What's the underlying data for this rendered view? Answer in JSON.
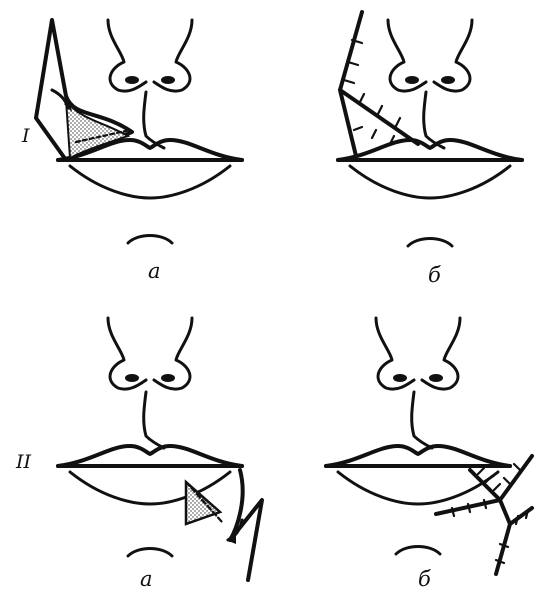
{
  "rows": [
    {
      "id": "I",
      "label": "I",
      "panels": [
        {
          "label": "а"
        },
        {
          "label": "б"
        }
      ]
    },
    {
      "id": "II",
      "label": "II",
      "panels": [
        {
          "label": "а"
        },
        {
          "label": "б"
        }
      ]
    }
  ],
  "colors": {
    "ink": "#111111",
    "background": "#ffffff",
    "graft_fill": "dotted-grey"
  }
}
